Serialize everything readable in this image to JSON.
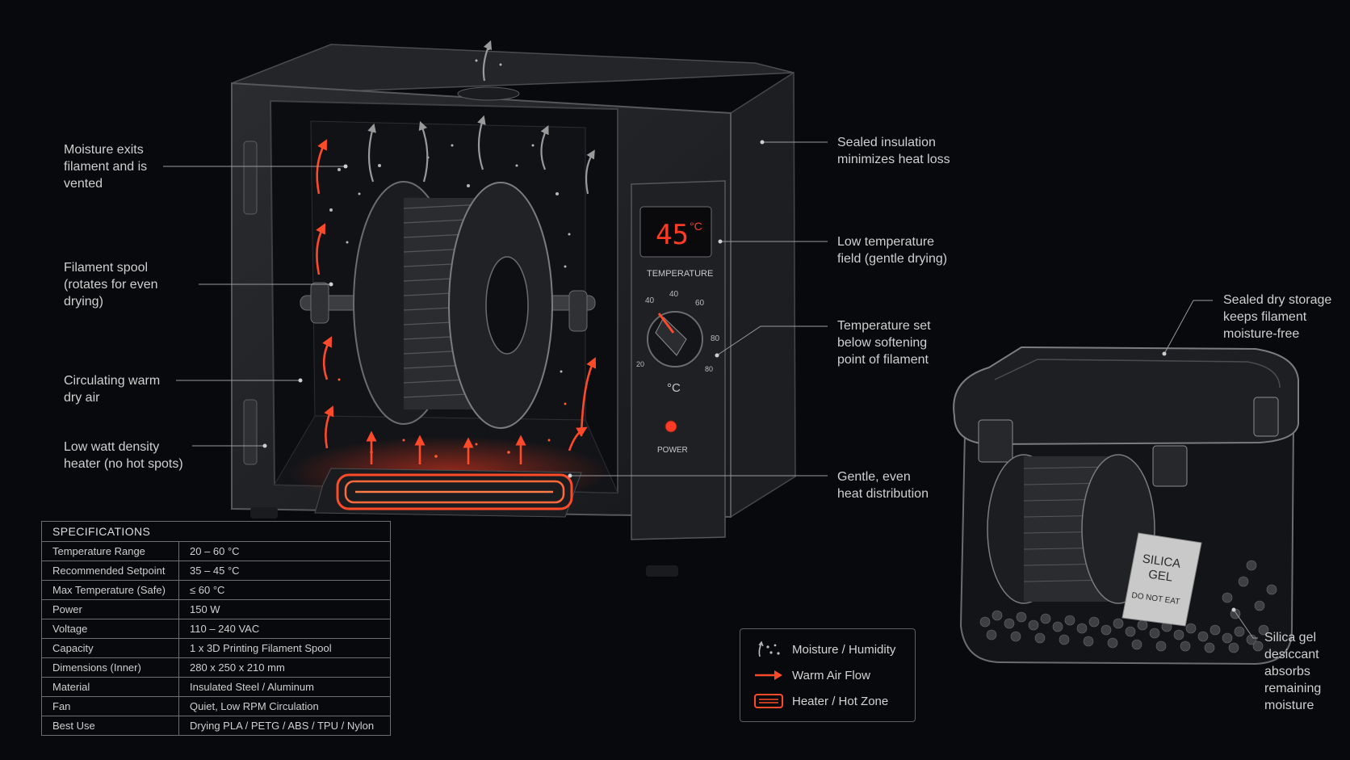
{
  "callouts": {
    "moisture_exits": "Moisture exits\nfilament and is\nvented",
    "filament_spool": "Filament spool\n(rotates for even\ndrying)",
    "circulating_air": "Circulating warm\ndry air",
    "heater": "Low watt density\nheater (no hot spots)",
    "sealed_insulation": "Sealed insulation\nminimizes heat loss",
    "low_temp_field": "Low temperature\nfield (gentle drying)",
    "temp_set": "Temperature set\nbelow softening\npoint of filament",
    "even_heat": "Gentle, even\nheat distribution",
    "dry_storage": "Sealed dry storage\nkeeps filament\nmoisture-free",
    "silica_gel": "Silica gel\ndesiccant\nabsorbs\nremaining\nmoisture"
  },
  "panel": {
    "display": "45",
    "unit": "°C",
    "temperature_label": "TEMPERATURE",
    "dial_unit": "°C",
    "power_label": "POWER",
    "dial_ticks": [
      "20",
      "40",
      "40",
      "60",
      "80",
      "80"
    ]
  },
  "packet": {
    "line1": "SILICA",
    "line2": "GEL",
    "warning": "DO NOT EAT"
  },
  "specifications": {
    "title": "SPECIFICATIONS",
    "rows": [
      {
        "k": "Temperature Range",
        "v": "20 – 60 °C"
      },
      {
        "k": "Recommended Setpoint",
        "v": "35 – 45 °C"
      },
      {
        "k": "Max Temperature (Safe)",
        "v": "≤ 60 °C"
      },
      {
        "k": "Power",
        "v": "150 W"
      },
      {
        "k": "Voltage",
        "v": "110 – 240 VAC"
      },
      {
        "k": "Capacity",
        "v": "1 x 3D Printing Filament Spool"
      },
      {
        "k": "Dimensions (Inner)",
        "v": "280 x 250 x 210 mm"
      },
      {
        "k": "Material",
        "v": "Insulated Steel / Aluminum"
      },
      {
        "k": "Fan",
        "v": "Quiet, Low RPM Circulation"
      },
      {
        "k": "Best Use",
        "v": "Drying PLA / PETG / ABS / TPU / Nylon"
      }
    ]
  },
  "legend": {
    "items": [
      {
        "label": "Moisture / Humidity",
        "icon": "moisture-icon"
      },
      {
        "label": "Warm Air Flow",
        "icon": "arrow-right-icon"
      },
      {
        "label": "Heater / Hot Zone",
        "icon": "heater-icon"
      }
    ]
  },
  "colors": {
    "accent": "#ff4a2a",
    "display": "#ff3b25",
    "background": "#07090c"
  }
}
